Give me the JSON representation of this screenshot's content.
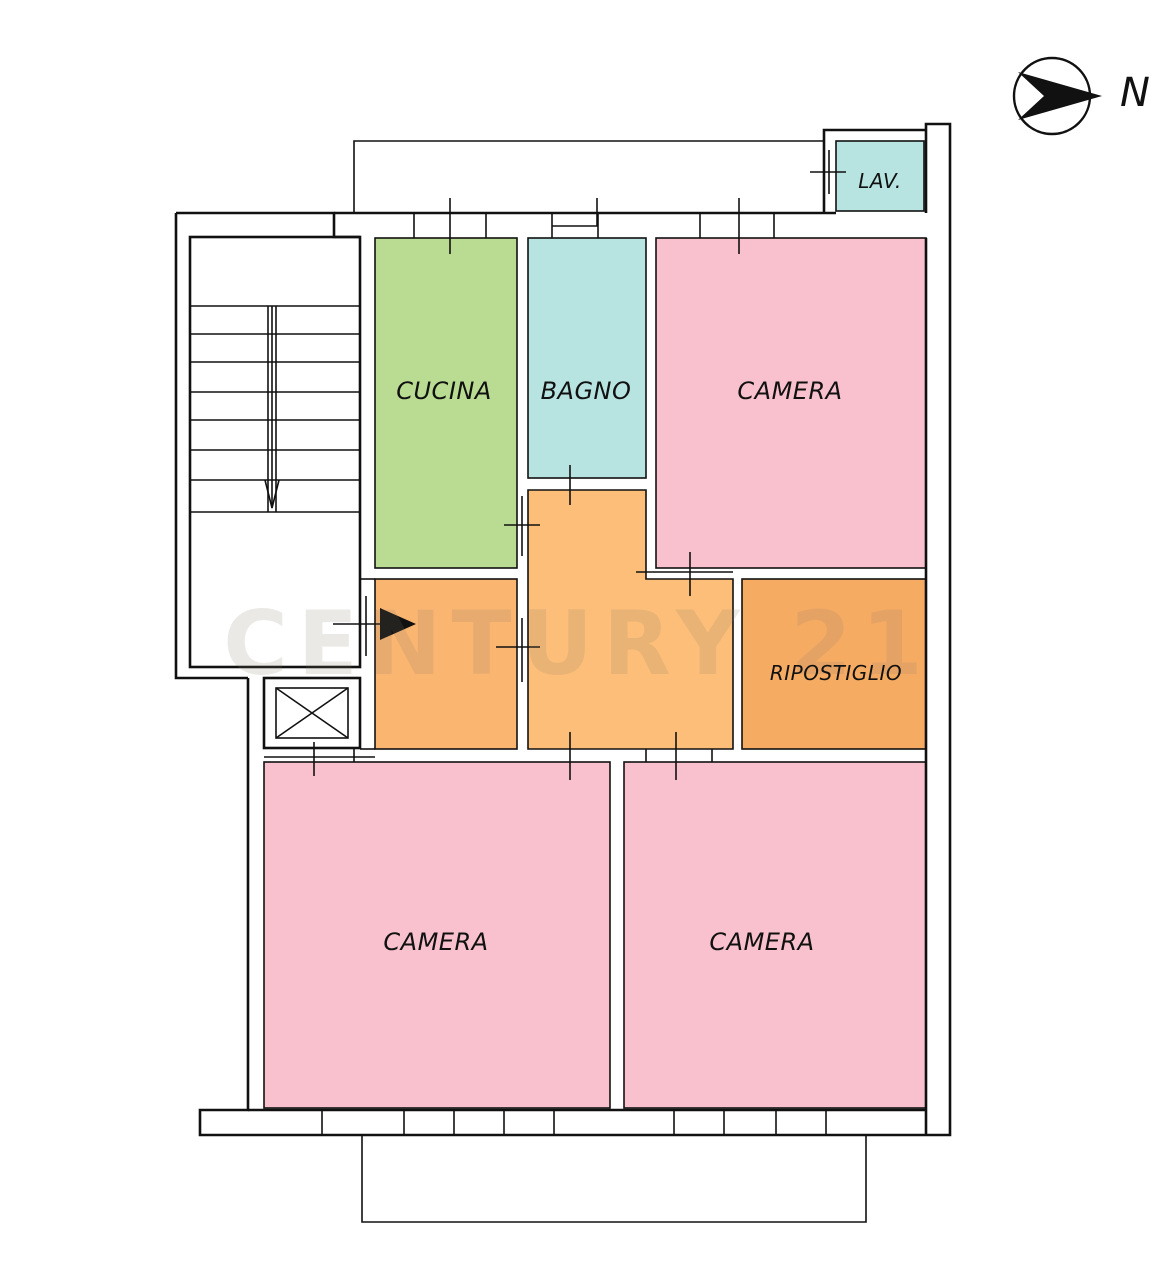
{
  "colors": {
    "pink": "#f8c1cd",
    "green": "#b9dc92",
    "cyan": "#b7e3e1",
    "orange_light": "#fcbe78",
    "orange_dark": "#f6ab63",
    "wall": "#111111"
  },
  "rooms": {
    "kitchen": "CUCINA",
    "bathroom": "BAGNO",
    "bedroom_top": "CAMERA",
    "storage": "RIPOSTIGLIO",
    "bedroom_bottom_left": "CAMERA",
    "bedroom_bottom_right": "CAMERA",
    "laundry": "LAV."
  },
  "compass": {
    "label": "N",
    "icon": "compass-arrow-icon"
  },
  "watermark": "CENTURY 21",
  "icons": {
    "entrance": "entrance-arrow-icon",
    "shaft": "shaft-cross-icon",
    "stairs": "stairs-arrow-icon"
  }
}
